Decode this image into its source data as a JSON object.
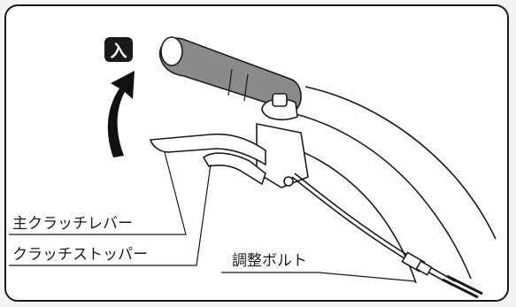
{
  "badge": {
    "text": "入"
  },
  "labels": {
    "main_clutch_lever": "主クラッチレバー",
    "clutch_stopper": "クラッチストッパー",
    "adjust_bolt": "調整ボルト"
  },
  "colors": {
    "ink": "#1a1a1a",
    "paper": "#ffffff",
    "grip_fill": "#8a8a8a",
    "arrow": "#111111"
  },
  "icons": {
    "direction_arrow": "curved-up-arrow-icon"
  }
}
